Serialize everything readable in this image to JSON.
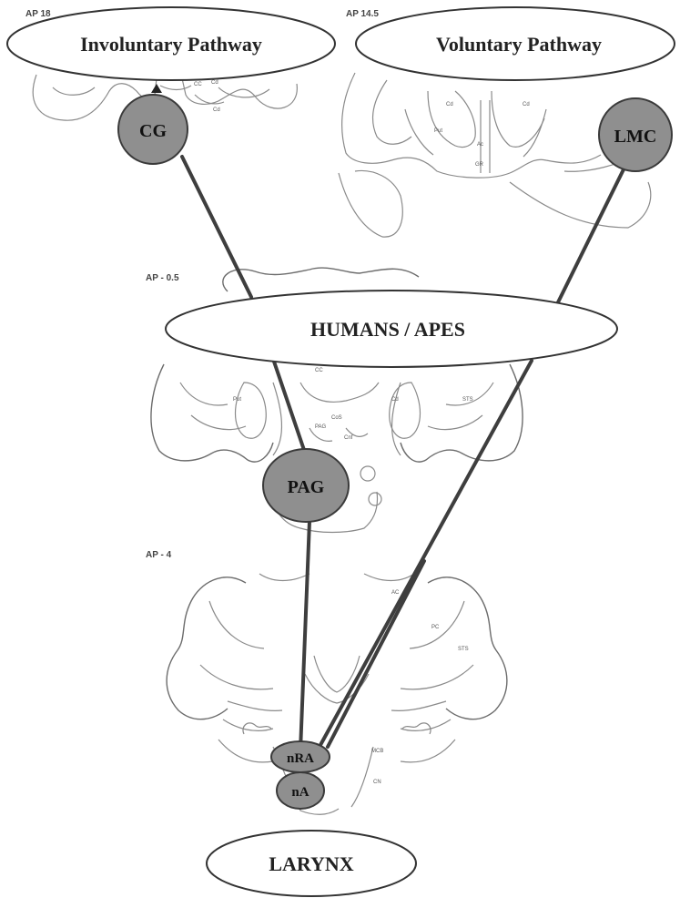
{
  "figure": {
    "section_labels": {
      "top_left": "AP 18",
      "top_right": "AP 14.5",
      "middle": "AP - 0.5",
      "lower": "AP - 4"
    },
    "pathway_labels": {
      "involuntary": "Involuntary Pathway",
      "voluntary": "Voluntary Pathway",
      "humans_apes": "HUMANS / APES",
      "larynx": "LARYNX"
    },
    "nodes": {
      "cg": "CG",
      "lmc": "LMC",
      "pag": "PAG",
      "nra": "nRA",
      "na": "nA"
    },
    "anatomy_tags": [
      "CC",
      "Cd",
      "Cd",
      "Put",
      "Ac",
      "GR",
      "Cd",
      "Cd",
      "CC",
      "Put",
      "Cd",
      "STS",
      "PAG",
      "CoS",
      "Cnf",
      "AC",
      "PC",
      "STS",
      "MCB",
      "CN"
    ],
    "colors": {
      "node_fill": "#8f8f8f",
      "line": "#3e3e3e",
      "outline": "#8a8a8a"
    }
  }
}
